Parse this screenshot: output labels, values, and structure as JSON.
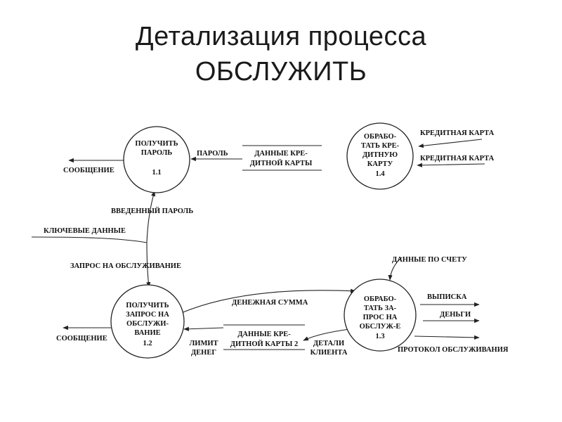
{
  "title": {
    "line1": "Детализация процесса",
    "line2": "ОБСЛУЖИТЬ"
  },
  "processes": {
    "p11": {
      "lines": [
        "ПОЛУЧИТЬ",
        "ПАРОЛЬ"
      ],
      "number": "1.1"
    },
    "p12": {
      "lines": [
        "ПОЛУЧИТЬ",
        "ЗАПРОС НА",
        "ОБСЛУЖИ-",
        "ВАНИЕ"
      ],
      "number": "1.2"
    },
    "p13": {
      "lines": [
        "ОБРАБО-",
        "ТАТЬ ЗА-",
        "ПРОС НА",
        "ОБСЛУЖ-Е"
      ],
      "number": "1.3"
    },
    "p14": {
      "lines": [
        "ОБРАБО-",
        "ТАТЬ КРЕ-",
        "ДИТНУЮ",
        "КАРТУ"
      ],
      "number": "1.4"
    }
  },
  "stores": {
    "s1": {
      "lines": [
        "ДАННЫЕ КРЕ-",
        "ДИТНОЙ КАРТЫ"
      ]
    },
    "s2": {
      "lines": [
        "ДАННЫЕ КРЕ-",
        "ДИТНОЙ КАРТЫ 2"
      ]
    }
  },
  "flows": {
    "credit_card_in": "КРЕДИТНАЯ КАРТА",
    "credit_card_out": "КРЕДИТНАЯ КАРТА",
    "password": "ПАРОЛЬ",
    "message_1": "СООБЩЕНИЕ",
    "entered_password": "ВВЕДЕННЫЙ ПАРОЛЬ",
    "key_data": "КЛЮЧЕВЫЕ ДАННЫЕ",
    "service_request": "ЗАПРОС НА ОБСЛУЖИВАНИЕ",
    "message_2": "СООБЩЕНИЕ",
    "money_amount": "ДЕНЕЖНАЯ СУММА",
    "account_data": "ДАННЫЕ ПО СЧЕТУ",
    "statement": "ВЫПИСКА",
    "money": "ДЕНЬГИ",
    "service_protocol": "ПРОТОКОЛ ОБСЛУЖИВАНИЯ",
    "limit_money": [
      "ЛИМИТ",
      "ДЕНЕГ"
    ],
    "client_details": [
      "ДЕТАЛИ",
      "КЛИЕНТА"
    ]
  }
}
